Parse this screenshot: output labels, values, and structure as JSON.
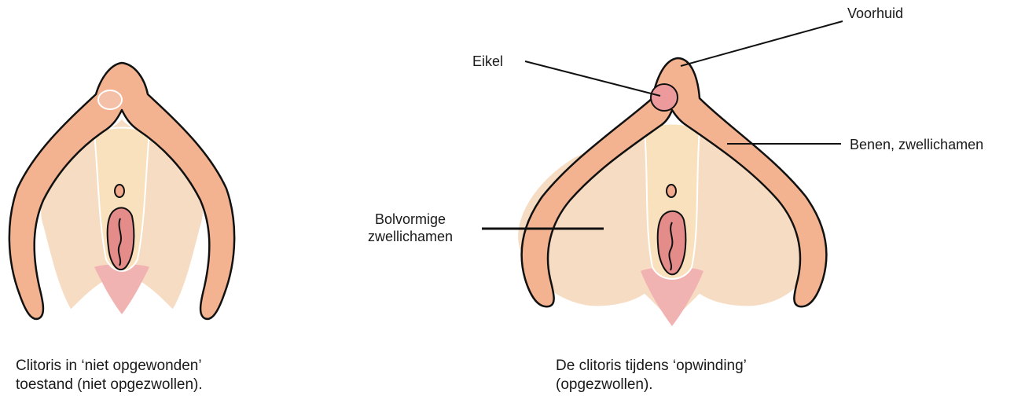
{
  "labels": {
    "voorhuid": "Voorhuid",
    "eikel": "Eikel",
    "benen": "Benen, zwellichamen",
    "bolvormige_line1": "Bolvormige",
    "bolvormige_line2": "zwellichamen"
  },
  "captions": {
    "left_line1": "Clitoris in ‘niet opgewonden’",
    "left_line2": "toestand (niet opgezwollen).",
    "right_line1": "De clitoris tijdens ‘opwinding’",
    "right_line2": "(opgezwollen)."
  },
  "colors": {
    "legs": "#f3b390",
    "bulbs": "#f7dcc4",
    "inner": "#f9e1bd",
    "vestibule": "#f1a6a6",
    "glans": "#ec9a9c",
    "outline": "#111111",
    "white_outline": "#ffffff"
  }
}
